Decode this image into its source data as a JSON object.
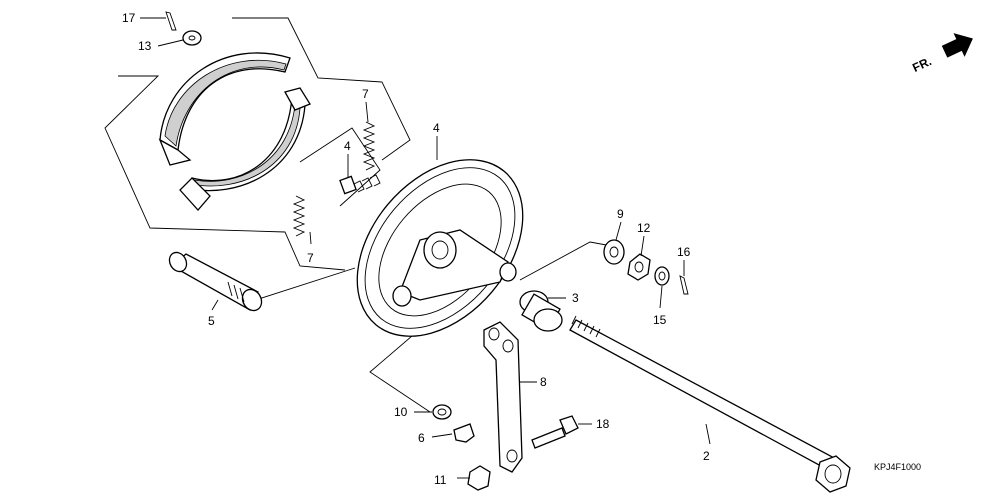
{
  "diagram": {
    "part_numbers": {
      "p2": "2",
      "p3": "3",
      "p4a": "4",
      "p4b": "4",
      "p5": "5",
      "p6": "6",
      "p7a": "7",
      "p7b": "7",
      "p8": "8",
      "p9": "9",
      "p10": "10",
      "p11": "11",
      "p12": "12",
      "p13": "13",
      "p15": "15",
      "p16": "16",
      "p17": "17",
      "p18": "18"
    },
    "direction_label": "FR.",
    "diagram_code": "KPJ4F1000"
  }
}
